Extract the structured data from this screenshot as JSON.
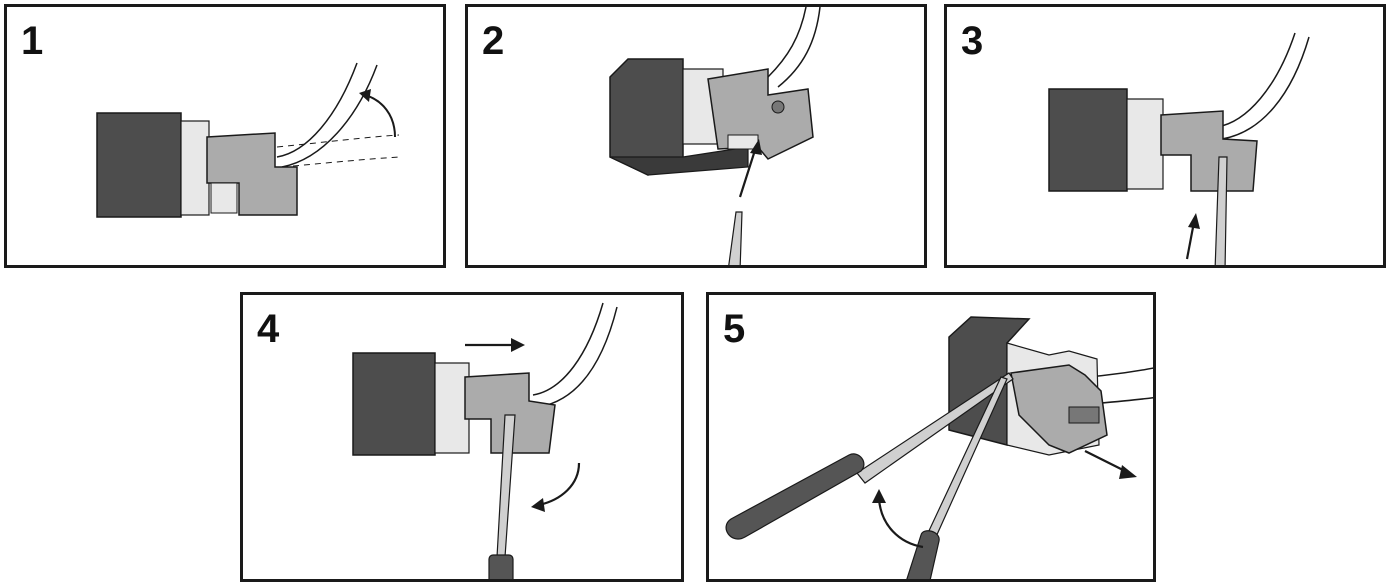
{
  "steps": [
    {
      "number": "1"
    },
    {
      "number": "2"
    },
    {
      "number": "3"
    },
    {
      "number": "4"
    },
    {
      "number": "5"
    }
  ],
  "colors": {
    "jack_body": "#4d4d4d",
    "cap": "#ababab",
    "light_part": "#e8e8e8",
    "tool_shaft": "#d0d0d0",
    "handle": "#555555",
    "outline": "#1a1a1a"
  }
}
